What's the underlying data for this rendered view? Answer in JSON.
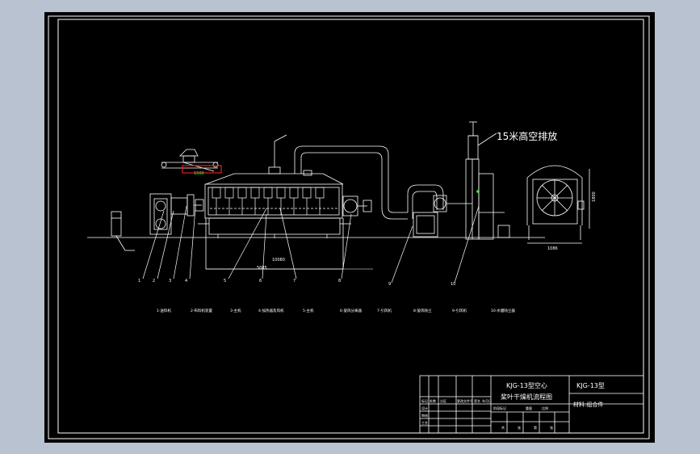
{
  "drawing": {
    "exhaust_note": "15米高空排放",
    "dimensions": {
      "overall_length": "5085",
      "dryer_length": "10080",
      "feed_conveyor": "1500",
      "cyclone_width": "1086",
      "cyclone_height": "1800"
    },
    "callouts": [
      "1",
      "2",
      "3",
      "4",
      "5",
      "6",
      "7",
      "8",
      "9",
      "10"
    ],
    "parts_legend": [
      "1-送料机",
      "2-布料机装置",
      "3-主机",
      "4-加热器及风机",
      "5-主机",
      "6-旋风分离器",
      "7-引风机",
      "8-旋风除尘",
      "9-引风机",
      "10-水膜除尘器"
    ]
  },
  "title_block": {
    "title_line1": "KJG-13型空心",
    "title_line2": "桨叶干燥机流程图",
    "model": "KJG-13型",
    "material": "材料:组合件",
    "row_labels": [
      "标记",
      "设计",
      "审核",
      "工艺"
    ],
    "col_labels": [
      "处数",
      "分区",
      "更改文件号",
      "签名",
      "年月日"
    ],
    "stage_labels": [
      "阶段标记",
      "重量",
      "比例"
    ],
    "sheet_labels": [
      "共",
      "张",
      "第",
      "张"
    ]
  }
}
